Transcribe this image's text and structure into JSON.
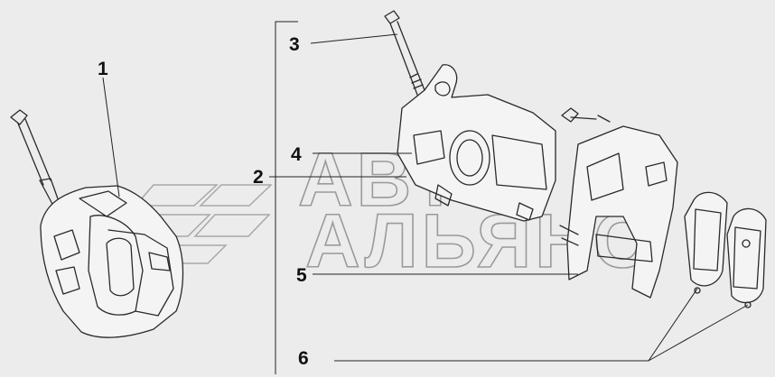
{
  "watermark": {
    "line1": "АВТО",
    "line2": "АЛЬЯНС"
  },
  "callouts": [
    {
      "id": "1",
      "text": "1"
    },
    {
      "id": "2",
      "text": "2"
    },
    {
      "id": "3",
      "text": "3"
    },
    {
      "id": "4",
      "text": "4"
    },
    {
      "id": "5",
      "text": "5"
    },
    {
      "id": "6",
      "text": "6"
    }
  ]
}
